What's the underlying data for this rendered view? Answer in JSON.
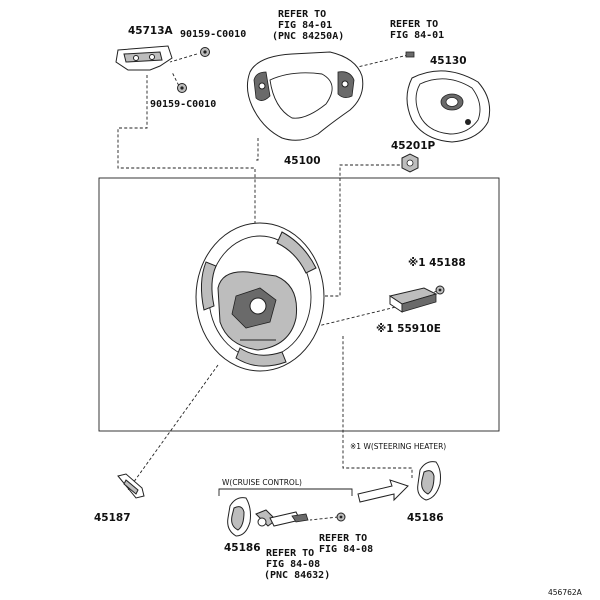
{
  "labels": {
    "p45713a": "45713A",
    "p90159_top": "90159-C0010",
    "p90159_bottom": "90159-C0010",
    "refer_top_left_1": "REFER TO",
    "refer_top_left_2": "FIG 84-01",
    "refer_top_left_3": "(PNC 84250A)",
    "refer_top_right_1": "REFER TO",
    "refer_top_right_2": "FIG 84-01",
    "p45130": "45130",
    "p45201p": "45201P",
    "p45100": "45100",
    "p45188": "※1 45188",
    "p55910e": "※1 55910E",
    "steering_heater_note": "※1 W(STEERING HEATER)",
    "cruise_note": "W(CRUISE CONTROL)",
    "p45187": "45187",
    "p45186_right": "45186",
    "p45186_bottom": "45186",
    "refer_bottom_a_1": "REFER TO",
    "refer_bottom_a_2": "FIG 84-08",
    "refer_bottom_a_3": "(PNC 84632)",
    "refer_bottom_b_1": "REFER TO",
    "refer_bottom_b_2": "FIG 84-08",
    "figure_code": "456762A"
  }
}
